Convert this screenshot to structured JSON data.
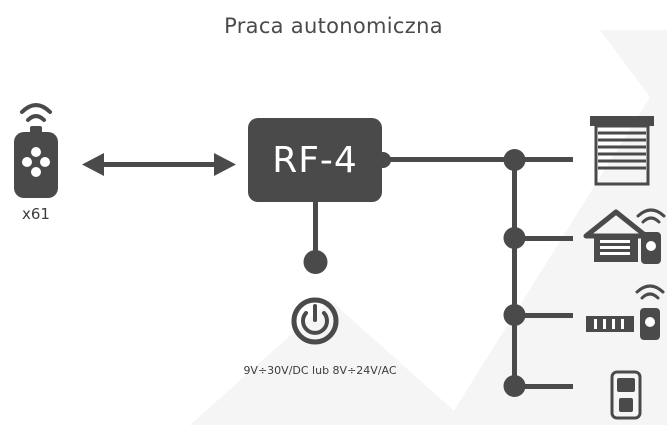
{
  "title": "Praca autonomiczna",
  "controller": {
    "label": "RF-4"
  },
  "remote": {
    "count_label": "x61",
    "icon": "remote-control-icon"
  },
  "power": {
    "caption": "9V÷30V/DC lub 8V÷24V/AC",
    "icon": "power-icon"
  },
  "devices": [
    {
      "icon": "roller-shutter-icon"
    },
    {
      "icon": "garage-door-icon"
    },
    {
      "icon": "gate-icon"
    },
    {
      "icon": "intercom-icon"
    }
  ],
  "colors": {
    "main": "#4a4a4a",
    "background": "#ffffff",
    "watermark": "#f3f3f3"
  }
}
